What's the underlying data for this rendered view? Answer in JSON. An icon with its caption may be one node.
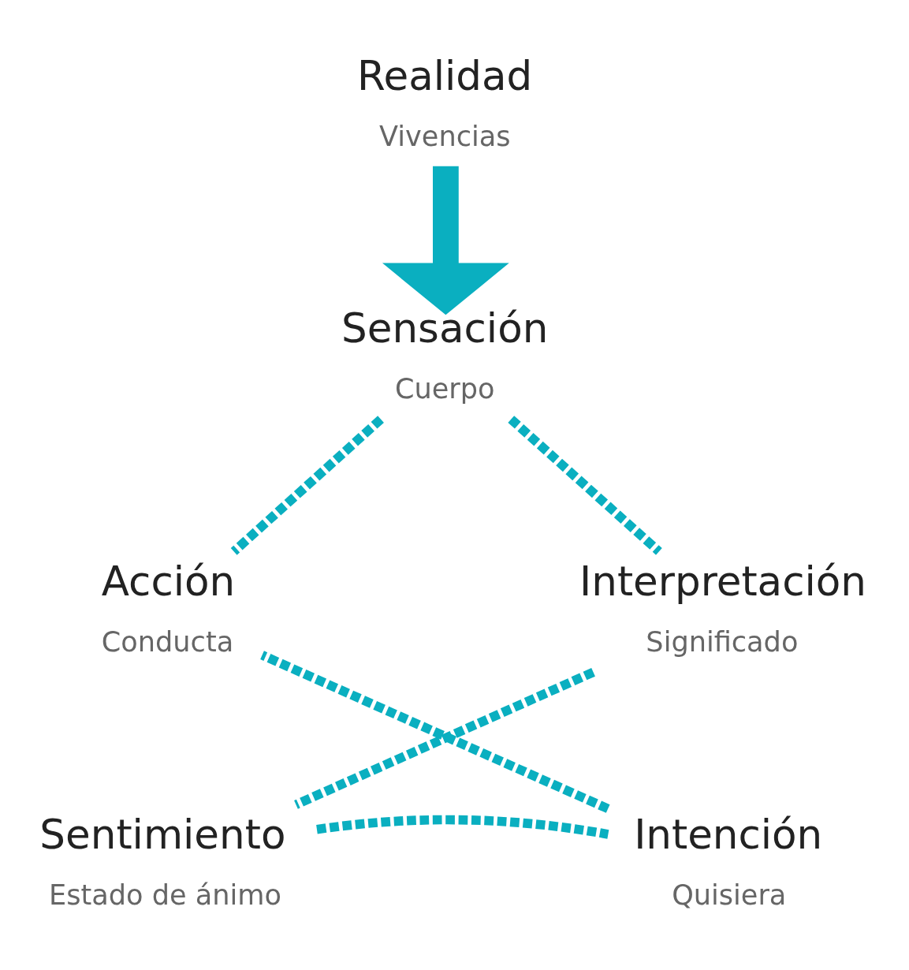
{
  "diagram": {
    "nodes": [
      {
        "text": [
          "Realidad",
          "Vivencias"
        ]
      },
      {
        "text": [
          "Sensación",
          "Cuerpo"
        ]
      },
      {
        "text": [
          "Interpretación",
          "Significado"
        ]
      },
      {
        "text": [
          "Sentimiento",
          "Estado de ánimo"
        ]
      },
      {
        "text": [
          "Intención",
          "Quisiera"
        ]
      },
      {
        "text": [
          "Acción",
          "Conducta"
        ]
      }
    ],
    "edges": [
      {
        "from": 0,
        "to": 1,
        "arrow": "to",
        "style": "thick"
      },
      {
        "from": 1,
        "to": 2,
        "arrow": "none",
        "style": "dashed"
      },
      {
        "from": 2,
        "to": 3,
        "arrow": "none",
        "style": "dashed"
      },
      {
        "from": 3,
        "to": 4,
        "arrow": "none",
        "style": "dashed"
      },
      {
        "from": 4,
        "to": 5,
        "arrow": "none",
        "style": "dashed"
      },
      {
        "from": 5,
        "to": 1,
        "arrow": "none",
        "style": "dashed"
      }
    ]
  }
}
